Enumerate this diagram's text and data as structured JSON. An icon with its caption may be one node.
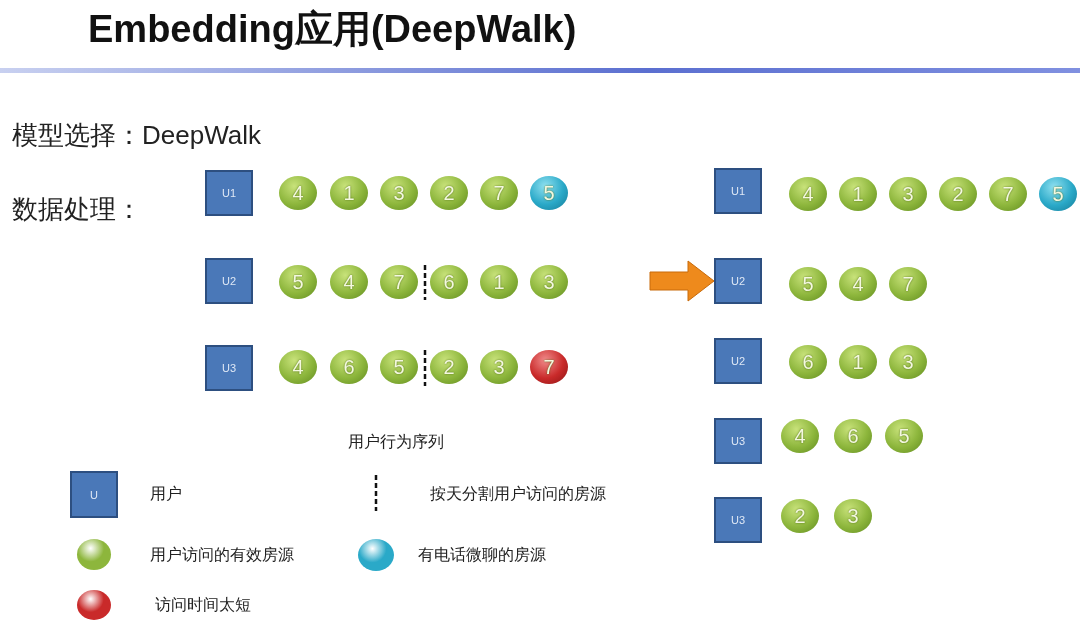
{
  "diagram": {
    "title": "Embedding应用(DeepWalk)",
    "nodes": [
      {
        "text": [
          "U1"
        ]
      },
      {
        "text": [
          "4"
        ]
      },
      {
        "text": [
          "1"
        ]
      },
      {
        "text": [
          "3"
        ]
      },
      {
        "text": [
          "2"
        ]
      },
      {
        "text": [
          "7"
        ]
      },
      {
        "text": [
          "5"
        ]
      },
      {
        "text": [
          "U2"
        ]
      },
      {
        "text": [
          "5"
        ]
      },
      {
        "text": [
          "4"
        ]
      },
      {
        "text": [
          "7"
        ]
      },
      {
        "text": [
          "6"
        ]
      },
      {
        "text": [
          "1"
        ]
      },
      {
        "text": [
          "3"
        ]
      },
      {
        "text": [
          "U3"
        ]
      },
      {
        "text": [
          "4"
        ]
      },
      {
        "text": [
          "6"
        ]
      },
      {
        "text": [
          "5"
        ]
      },
      {
        "text": [
          "2"
        ]
      },
      {
        "text": [
          "3"
        ]
      },
      {
        "text": [
          "7"
        ]
      },
      {
        "text": [
          "U1"
        ]
      },
      {
        "text": [
          "4"
        ]
      },
      {
        "text": [
          "1"
        ]
      },
      {
        "text": [
          "3"
        ]
      },
      {
        "text": [
          "2"
        ]
      },
      {
        "text": [
          "7"
        ]
      },
      {
        "text": [
          "5"
        ]
      },
      {
        "text": [
          "U2"
        ]
      },
      {
        "text": [
          "5"
        ]
      },
      {
        "text": [
          "4"
        ]
      },
      {
        "text": [
          "7"
        ]
      },
      {
        "text": [
          "U2"
        ]
      },
      {
        "text": [
          "6"
        ]
      },
      {
        "text": [
          "1"
        ]
      },
      {
        "text": [
          "3"
        ]
      },
      {
        "text": [
          "U3"
        ]
      },
      {
        "text": [
          "4"
        ]
      },
      {
        "text": [
          "6"
        ]
      },
      {
        "text": [
          "5"
        ]
      },
      {
        "text": [
          "U3"
        ]
      },
      {
        "text": [
          "2"
        ]
      },
      {
        "text": [
          "3"
        ]
      },
      {
        "text": [
          "U"
        ]
      }
    ],
    "edges": [
      {
        "from": null,
        "to": 28,
        "arrow": "to"
      }
    ],
    "labels": [
      "模型选择：DeepWalk",
      "数据处理：",
      "用户行为序列"
    ],
    "legend": [
      {
        "text": "用户"
      },
      {
        "text": "按天分割用户访问的房源"
      },
      {
        "text": "用户访问的有效房源",
        "color": "#8db63c"
      },
      {
        "text": "有电话微聊的房源",
        "color": "#2aa9c8"
      },
      {
        "text": "访问时间太短",
        "color": "#c92a2a"
      }
    ]
  }
}
